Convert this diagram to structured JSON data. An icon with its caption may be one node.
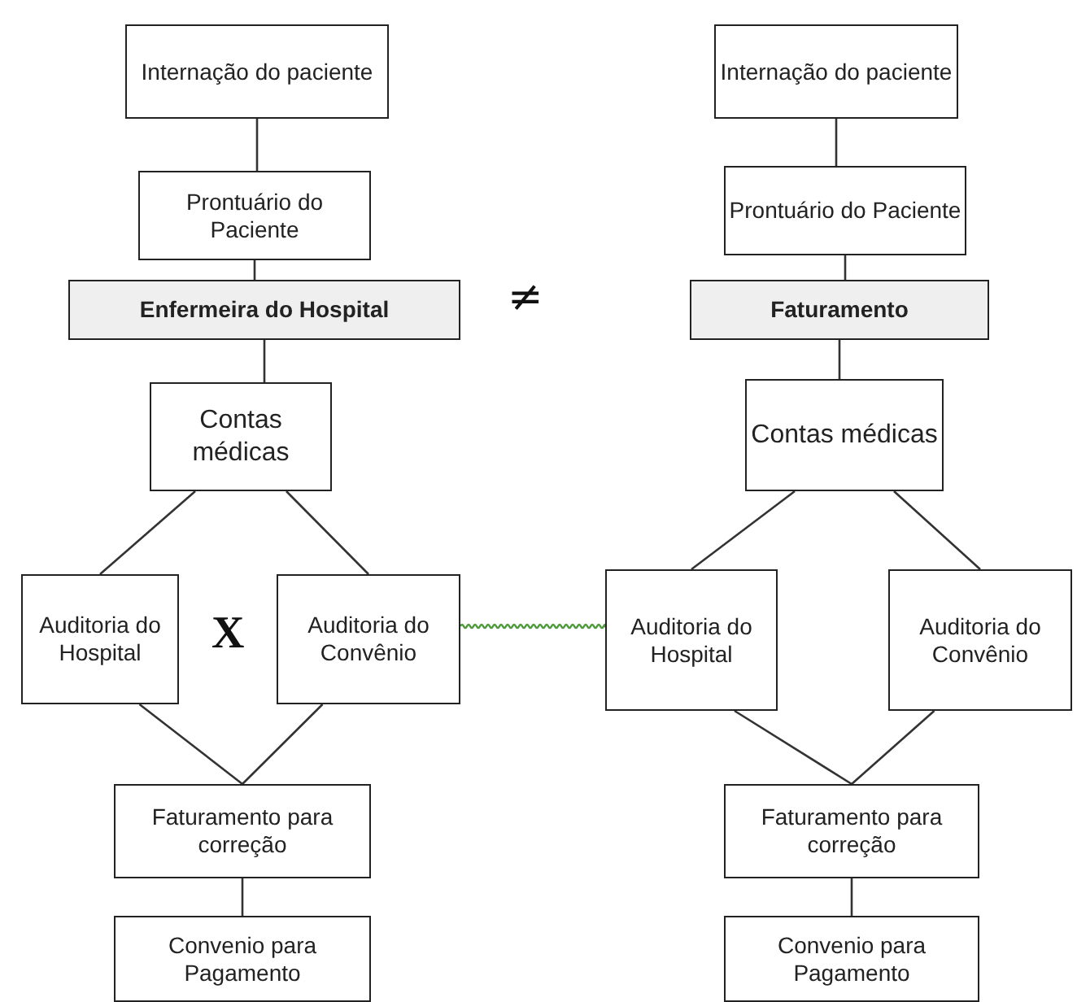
{
  "diagram": {
    "nodes": [
      {
        "text": [
          "Internação do paciente"
        ]
      },
      {
        "text": [
          "Prontuário do Paciente"
        ]
      },
      {
        "text": [
          "Enfermeira do Hospital"
        ]
      },
      {
        "text": [
          "Contas médicas"
        ]
      },
      {
        "text": [
          "Auditoria do Hospital"
        ]
      },
      {
        "text": [
          "Auditoria do Convênio"
        ]
      },
      {
        "text": [
          "Faturamento para correção"
        ]
      },
      {
        "text": [
          "Convenio para Pagamento"
        ]
      },
      {
        "text": [
          "Internação do paciente"
        ]
      },
      {
        "text": [
          "Prontuário do Paciente"
        ]
      },
      {
        "text": [
          "Faturamento"
        ]
      },
      {
        "text": [
          "Contas médicas"
        ]
      },
      {
        "text": [
          "Auditoria do Hospital"
        ]
      },
      {
        "text": [
          "Auditoria do Convênio"
        ]
      },
      {
        "text": [
          "Faturamento para correção"
        ]
      },
      {
        "text": [
          "Convenio para Pagamento"
        ]
      }
    ],
    "edges": [
      {
        "from": 0,
        "to": 1,
        "arrow": "none"
      },
      {
        "from": 1,
        "to": 2,
        "arrow": "none"
      },
      {
        "from": 2,
        "to": 3,
        "arrow": "none"
      },
      {
        "from": 3,
        "to": 4,
        "arrow": "none"
      },
      {
        "from": 3,
        "to": 5,
        "arrow": "none"
      },
      {
        "from": 4,
        "to": 6,
        "arrow": "none"
      },
      {
        "from": 5,
        "to": 6,
        "arrow": "none"
      },
      {
        "from": 6,
        "to": 7,
        "arrow": "none"
      },
      {
        "from": 8,
        "to": 9,
        "arrow": "none"
      },
      {
        "from": 9,
        "to": 10,
        "arrow": "none"
      },
      {
        "from": 10,
        "to": 11,
        "arrow": "none"
      },
      {
        "from": 11,
        "to": 12,
        "arrow": "none"
      },
      {
        "from": 11,
        "to": 13,
        "arrow": "none"
      },
      {
        "from": 12,
        "to": 14,
        "arrow": "none"
      },
      {
        "from": 13,
        "to": 14,
        "arrow": "none"
      },
      {
        "from": 14,
        "to": 15,
        "arrow": "none"
      },
      {
        "from": 5,
        "to": 12,
        "arrow": "none",
        "color": "#4f9a3a"
      }
    ],
    "labels": [
      "≠",
      "X"
    ]
  }
}
